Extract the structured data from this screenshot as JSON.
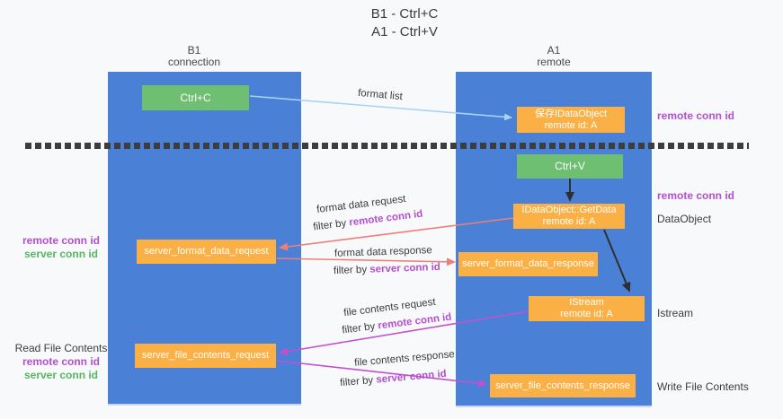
{
  "palette": {
    "background": "#f8f9fa",
    "column_blue": "#4a80d6",
    "box_orange": "#fbb045",
    "box_green": "#6fbf72",
    "arrow_salmon": "#ee7e78",
    "arrow_magenta": "#c44fd0",
    "arrow_lightblue": "#a9d2f3",
    "arrow_black": "#2f2f2f",
    "text_purple": "#b44fd0",
    "text_green": "#53b85e"
  },
  "title": {
    "line1": "B1 - Ctrl+C",
    "line2": "A1 - Ctrl+V"
  },
  "left_column": {
    "header_line1": "B1",
    "header_line2": "connection"
  },
  "right_column": {
    "header_line1": "A1",
    "header_line2": "remote"
  },
  "nodes": {
    "ctrl_c": {
      "label": "Ctrl+C"
    },
    "ctrl_v": {
      "label": "Ctrl+V"
    },
    "save_dataobject": {
      "line1": "保存IDataObject",
      "line2": "remote id: A"
    },
    "getdata": {
      "line1": "IDataObject::GetData",
      "line2": "remote id: A"
    },
    "istream": {
      "line1": "IStream",
      "line2": "remote id: A"
    },
    "format_request": {
      "label": "server_format_data_request"
    },
    "format_response": {
      "label": "server_format_data_response"
    },
    "file_request": {
      "label": "server_file_contents_request"
    },
    "file_response": {
      "label": "server_file_contents_response"
    }
  },
  "arrow_labels": {
    "format_list": "format list",
    "format_data_request": "format data request",
    "format_data_response": "format data response",
    "file_contents_request": "file contents request",
    "file_contents_response": "file contents response",
    "filter_by": "filter by ",
    "remote_conn_id": "remote conn id",
    "server_conn_id": "server conn id"
  },
  "side_labels": {
    "left_mid": {
      "remote": "remote conn id",
      "server": "server conn id"
    },
    "left_bottom": {
      "title": "Read File Contents",
      "remote": "remote conn id",
      "server": "server conn id"
    },
    "right": {
      "remote_top": "remote conn id",
      "remote_mid": "remote conn id",
      "dataobject": "DataObject",
      "istream": "Istream",
      "write": "Write File Contents"
    }
  }
}
